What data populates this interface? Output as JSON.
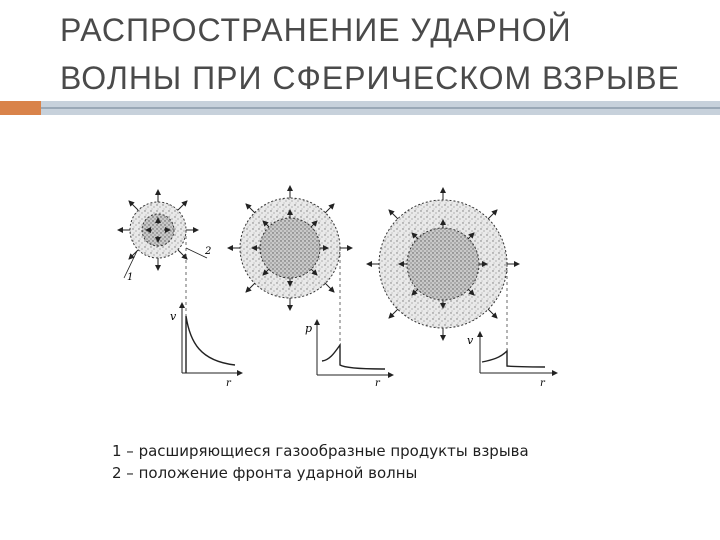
{
  "slide": {
    "title": "РАСПРОСТРАНЕНИЕ УДАРНОЙ\nВОЛНЫ ПРИ СФЕРИЧЕСКОМ ВЗРЫВЕ"
  },
  "figure": {
    "label_1": "1",
    "label_2": "2",
    "panels": [
      {
        "axis_y": "v",
        "axis_x": "r"
      },
      {
        "axis_y": "p",
        "axis_x": "r"
      },
      {
        "axis_y": "v",
        "axis_x": "r"
      }
    ]
  },
  "legend": {
    "line1": "1 – расширяющиеся газообразные продукты взрыва",
    "line2": "2 – положение фронта ударной волны"
  },
  "colors": {
    "accent": "#d9834a",
    "rule": "#c7d1db"
  }
}
